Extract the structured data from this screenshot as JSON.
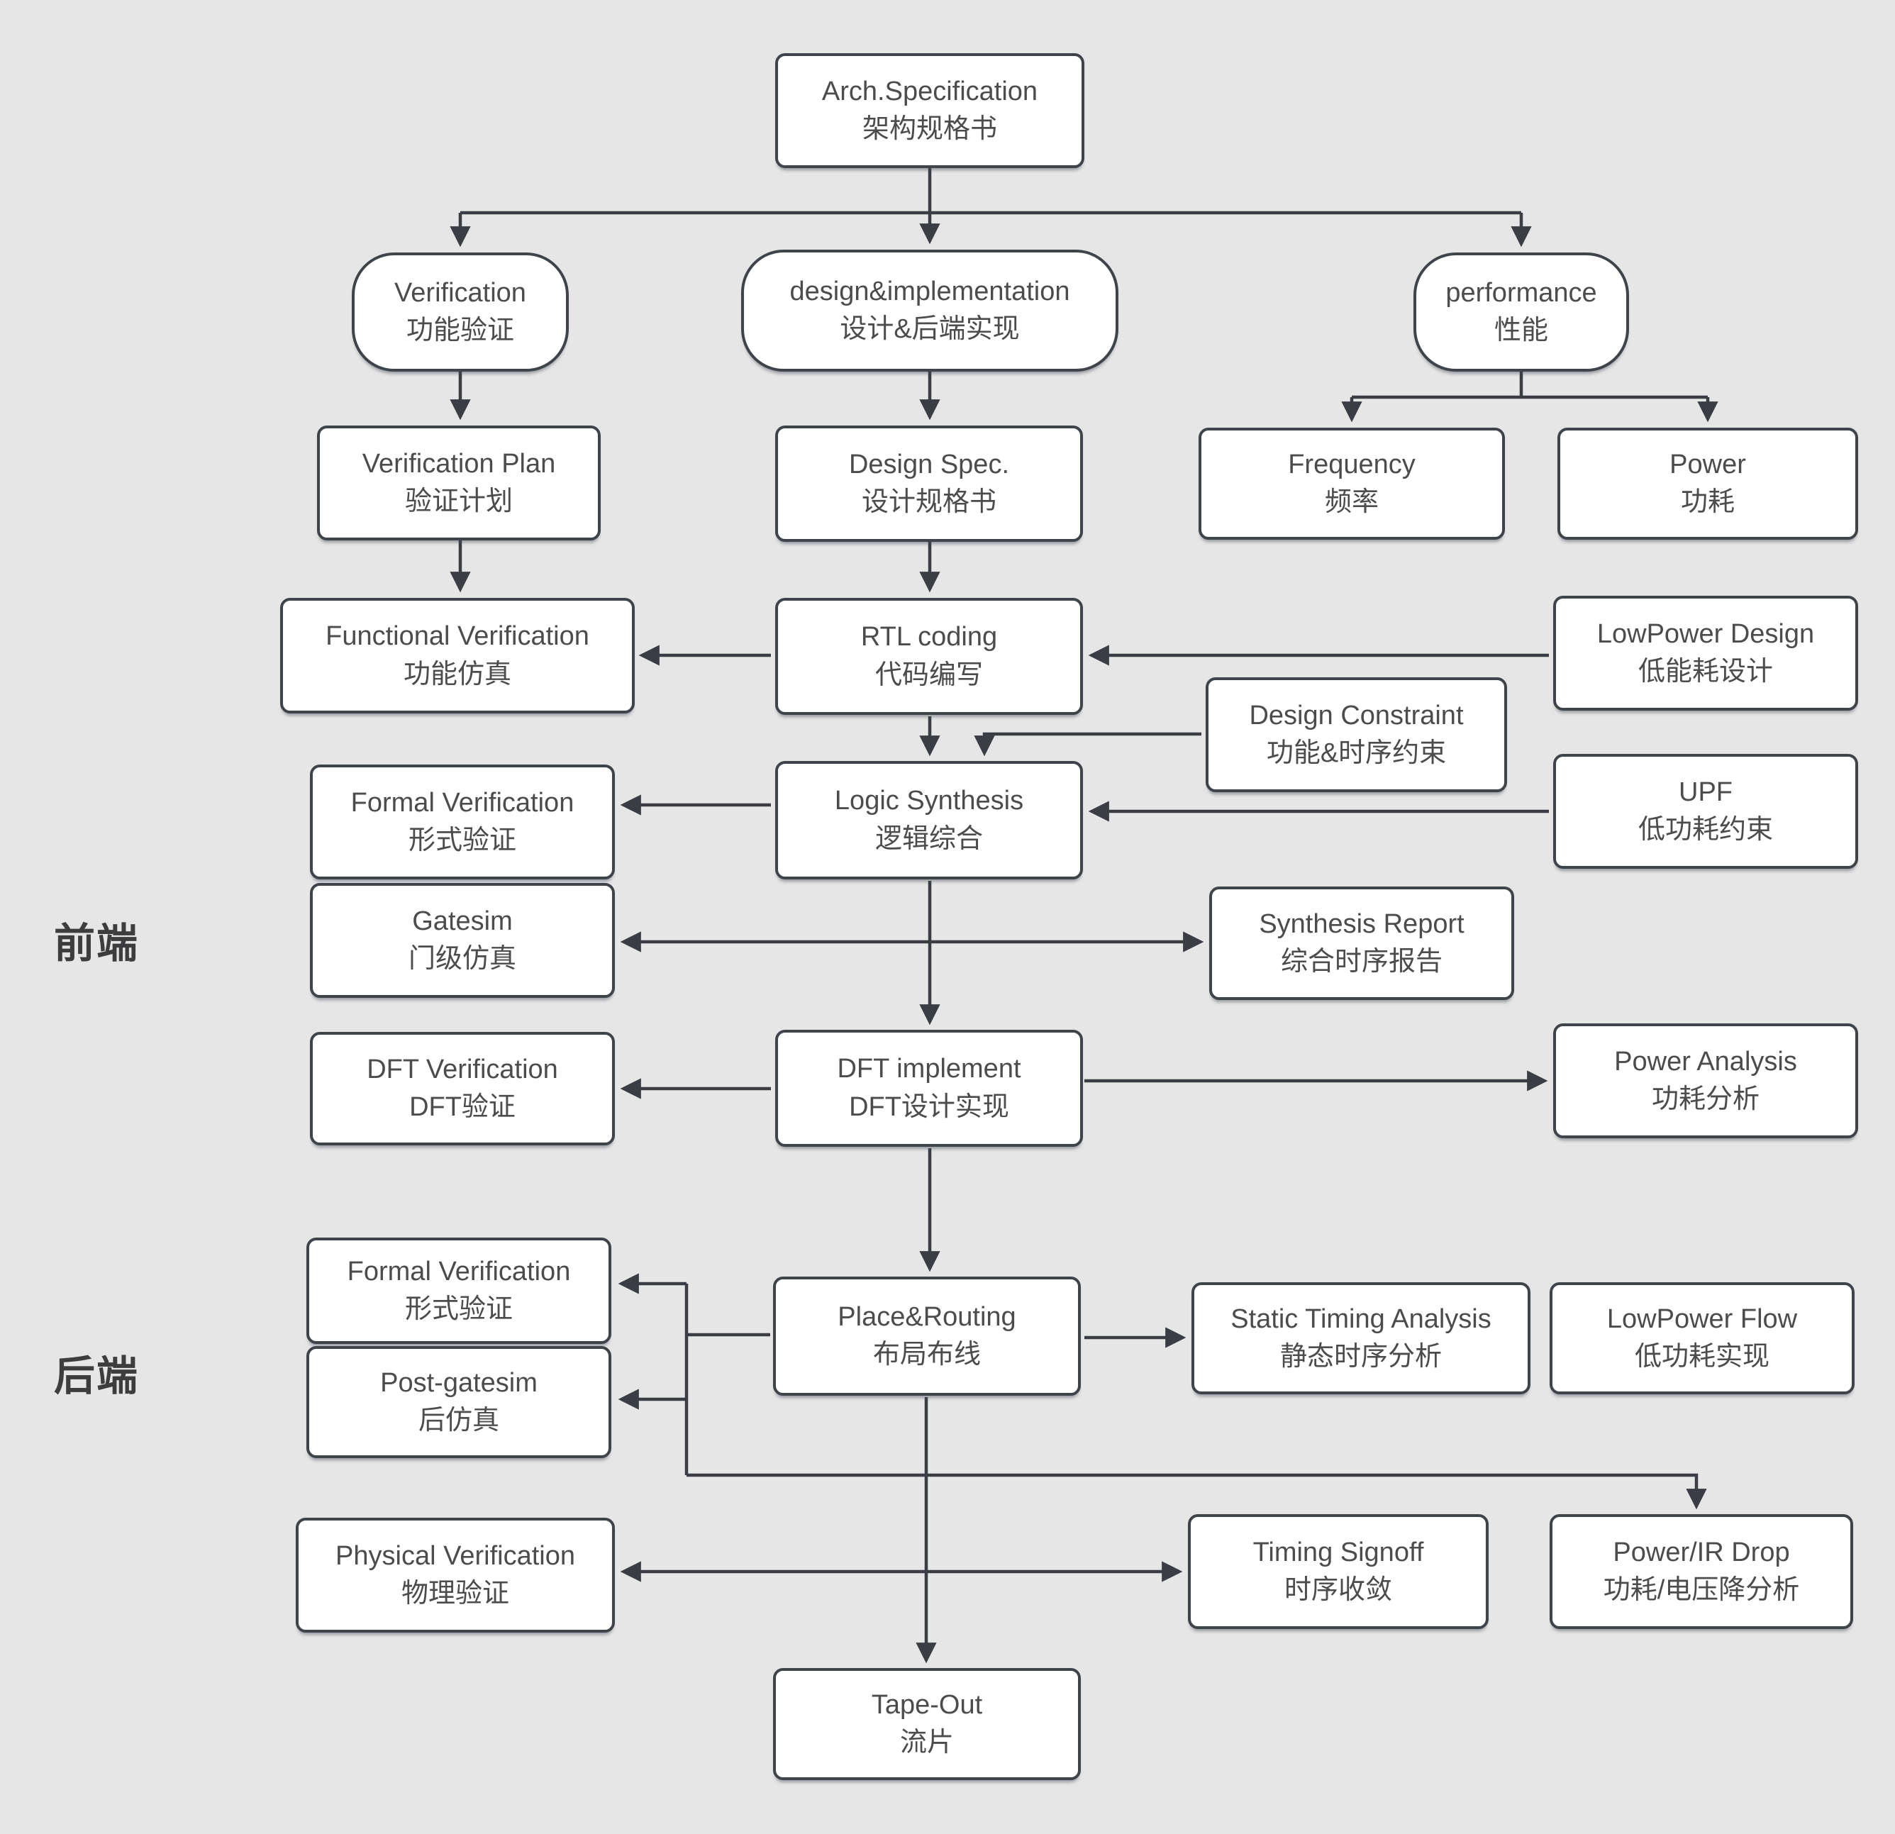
{
  "canvas": {
    "background": "#e7e6e6",
    "line_color": "#3a3e44",
    "box_border": "#3f444b",
    "box_fill": "#ffffff",
    "text_color": "#4c4c4c"
  },
  "section_labels": {
    "front_end": "前端",
    "back_end": "后端"
  },
  "nodes": {
    "arch_spec": {
      "en": "Arch.Specification",
      "zh": "架构规格书"
    },
    "verification": {
      "en": "Verification",
      "zh": "功能验证"
    },
    "design_implementation": {
      "en": "design&implementation",
      "zh": "设计&后端实现"
    },
    "performance": {
      "en": "performance",
      "zh": "性能"
    },
    "verification_plan": {
      "en": "Verification Plan",
      "zh": "验证计划"
    },
    "design_spec": {
      "en": "Design Spec.",
      "zh": "设计规格书"
    },
    "frequency": {
      "en": "Frequency",
      "zh": "频率"
    },
    "power": {
      "en": "Power",
      "zh": "功耗"
    },
    "functional_verification": {
      "en": "Functional Verification",
      "zh": "功能仿真"
    },
    "rtl_coding": {
      "en": "RTL coding",
      "zh": "代码编写"
    },
    "lowpower_design": {
      "en": "LowPower Design",
      "zh": "低能耗设计"
    },
    "design_constraint": {
      "en": "Design Constraint",
      "zh": "功能&时序约束"
    },
    "formal_verification_fe": {
      "en": "Formal Verification",
      "zh": "形式验证"
    },
    "logic_synthesis": {
      "en": "Logic Synthesis",
      "zh": "逻辑综合"
    },
    "upf": {
      "en": "UPF",
      "zh": "低功耗约束"
    },
    "gatesim": {
      "en": "Gatesim",
      "zh": "门级仿真"
    },
    "synthesis_report": {
      "en": "Synthesis Report",
      "zh": "综合时序报告"
    },
    "dft_verification": {
      "en": "DFT Verification",
      "zh": "DFT验证"
    },
    "dft_implement": {
      "en": "DFT implement",
      "zh": "DFT设计实现"
    },
    "power_analysis": {
      "en": "Power Analysis",
      "zh": "功耗分析"
    },
    "formal_verification_be": {
      "en": "Formal Verification",
      "zh": "形式验证"
    },
    "post_gatesim": {
      "en": "Post-gatesim",
      "zh": "后仿真"
    },
    "place_routing": {
      "en": "Place&Routing",
      "zh": "布局布线"
    },
    "static_timing_analysis": {
      "en": "Static Timing Analysis",
      "zh": "静态时序分析"
    },
    "lowpower_flow": {
      "en": "LowPower Flow",
      "zh": "低功耗实现"
    },
    "physical_verification": {
      "en": "Physical Verification",
      "zh": "物理验证"
    },
    "timing_signoff": {
      "en": "Timing Signoff",
      "zh": "时序收敛"
    },
    "power_ir_drop": {
      "en": "Power/IR Drop",
      "zh": "功耗/电压降分析"
    },
    "tape_out": {
      "en": "Tape-Out",
      "zh": "流片"
    }
  }
}
